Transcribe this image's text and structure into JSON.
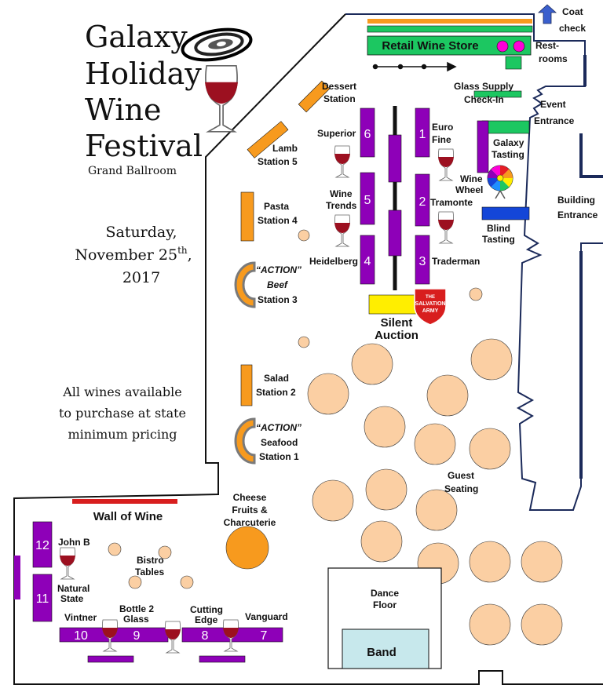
{
  "title": {
    "line1": "Galaxy",
    "line2": "Holiday",
    "line3": "Wine",
    "line4": "Festival",
    "sub": "Grand Ballroom"
  },
  "date": {
    "line1": "Saturday,",
    "line2": "November 25",
    "sup": "th",
    "line2b": ",",
    "line3": "2017"
  },
  "note": {
    "line1": "All wines available",
    "line2": "to purchase at state",
    "line3": "minimum pricing"
  },
  "labels": {
    "coat1": "Coat",
    "coat2": "check",
    "retail": "Retail Wine Store",
    "rest1": "Rest-",
    "rest2": "rooms",
    "glass1": "Glass Supply",
    "glass2": "Check-In",
    "event1": "Event",
    "event2": "Entrance",
    "building1": "Building",
    "building2": "Entrance",
    "dessert1": "Dessert",
    "dessert2": "Station",
    "lamb1": "Lamb",
    "lamb2": "Station 5",
    "pasta1": "Pasta",
    "pasta2": "Station 4",
    "beef1": "“ACTION”",
    "beef2": "Beef",
    "beef3": "Station 3",
    "salad1": "Salad",
    "salad2": "Station 2",
    "seafood1": "“ACTION”",
    "seafood2": "Seafood",
    "seafood3": "Station 1",
    "superior": "Superior",
    "euro1": "Euro",
    "euro2": "Fine",
    "trends1": "Wine",
    "trends2": "Trends",
    "tramonte": "Tramonte",
    "heidelberg": "Heidelberg",
    "traderman": "Traderman",
    "galaxy1": "Galaxy",
    "galaxy2": "Tasting",
    "wheel1": "Wine",
    "wheel2": "Wheel",
    "blind1": "Blind",
    "blind2": "Tasting",
    "auction1": "Silent",
    "auction2": "Auction",
    "salvation1": "THE",
    "salvation2": "SALVATION",
    "salvation3": "ARMY",
    "guest1": "Guest",
    "guest2": "Seating",
    "cheese1": "Cheese",
    "cheese2": "Fruits &",
    "cheese3": "Charcuterie",
    "wall": "Wall of Wine",
    "johnb": "John B",
    "bistro1": "Bistro",
    "bistro2": "Tables",
    "natural1": "Natural",
    "natural2": "State",
    "vintner": "Vintner",
    "bottle1": "Bottle 2",
    "bottle2": "Glass",
    "cutting1": "Cutting",
    "cutting2": "Edge",
    "vanguard": "Vanguard",
    "dance1": "Dance",
    "dance2": "Floor",
    "band": "Band"
  },
  "booth_numbers": {
    "b1": "1",
    "b2": "2",
    "b3": "3",
    "b4": "4",
    "b5": "5",
    "b6": "6",
    "b7": "7",
    "b8": "8",
    "b9": "9",
    "b10": "10",
    "b11": "11",
    "b12": "12"
  },
  "colors": {
    "booth": "#8e00b8",
    "station": "#f79a1e",
    "retail": "#1cc761",
    "blind": "#1446d8",
    "auction": "#ffee00",
    "table": "#fbcfa3",
    "wall": "#d81e1e",
    "band": "#c7e8ec",
    "wall_line": "#1b2a5a",
    "wine": "#9c1020"
  }
}
